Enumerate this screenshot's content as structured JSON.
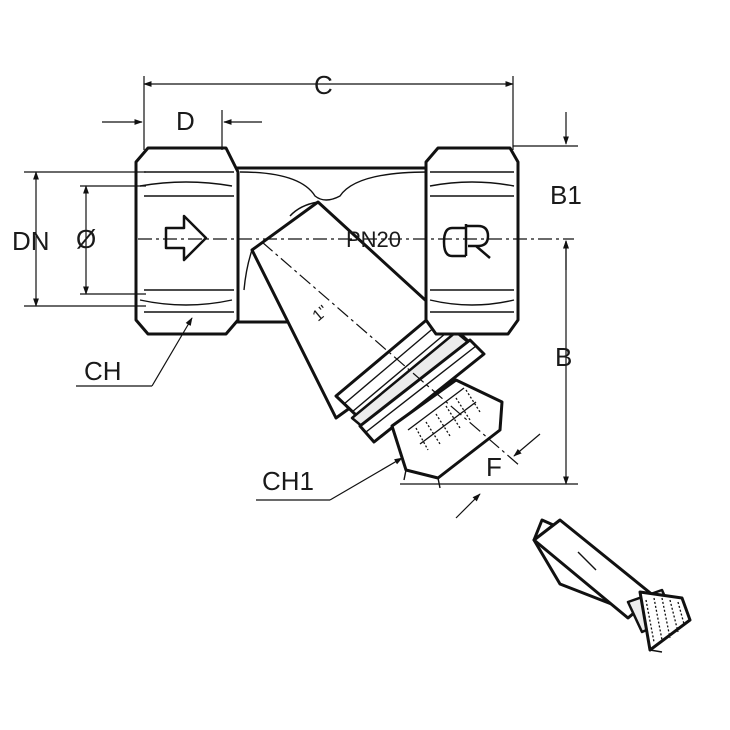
{
  "drawing": {
    "dimensions": {
      "c": "C",
      "d": "D",
      "dn": "DN",
      "diameter": "Ø",
      "b1": "B1",
      "b": "B",
      "ch": "CH",
      "ch1": "CH1",
      "f": "F"
    },
    "body_markings": {
      "pressure": "PN20",
      "brand_logo": "CR",
      "size": "1\""
    },
    "icons": {
      "flow_direction": "arrow-right-icon"
    }
  }
}
